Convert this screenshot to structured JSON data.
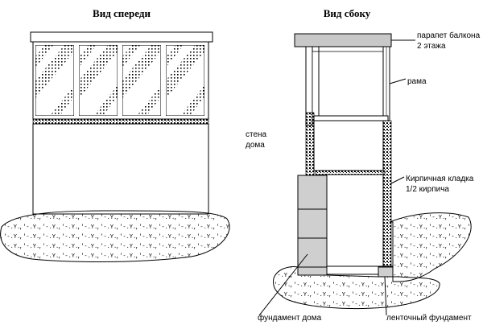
{
  "titles": {
    "front": "Вид спереди",
    "side": "Вид сбоку"
  },
  "labels": {
    "parapet_1": "парапет балкона",
    "parapet_2": "2 этажа",
    "frame": "рама",
    "house_wall_1": "стена",
    "house_wall_2": "дома",
    "brick_1": "Кирпичная кладка",
    "brick_2": "1/2 кирпича",
    "house_foundation": "фундамент дома",
    "strip_foundation": "ленточный фундамент"
  },
  "colors": {
    "line": "#000000",
    "slab": "#c8c8c8",
    "foundation": "#cfcfcf",
    "glass_pattern": "#000000"
  }
}
